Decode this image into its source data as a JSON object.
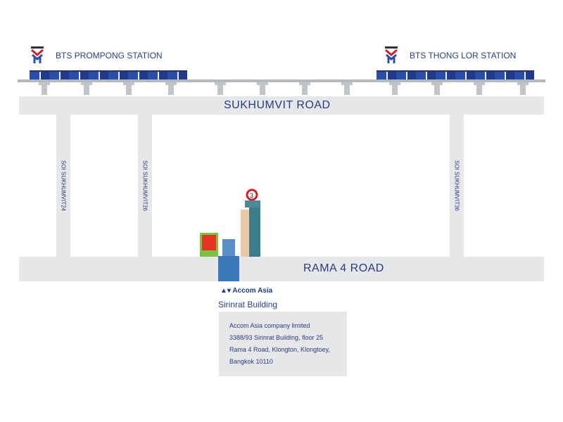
{
  "stations": [
    {
      "label": "BTS PROMPONG STATION"
    },
    {
      "label": "BTS THONG LOR STATION"
    }
  ],
  "roads": {
    "sukhumvit": "SUKHUMVIT   ROAD",
    "rama4": "RAMA  4   ROAD"
  },
  "sois": [
    "SOI SUKHUMVIT24",
    "SOI SUKHUMVIT26",
    "SOI SUKHUMVIT36"
  ],
  "building": {
    "brand": "Accom Asia",
    "name": "Sirinrat Building"
  },
  "address": {
    "line1": "Accom Asia company limited",
    "line2": "3388/93 Sirinrat Building, floor 25",
    "line3": "Rama 4 Road, Klongton, Klongtoey,",
    "line4": "Bangkok 10110"
  },
  "colors": {
    "text": "#2a3c7e",
    "road": "#e6e7e9"
  }
}
